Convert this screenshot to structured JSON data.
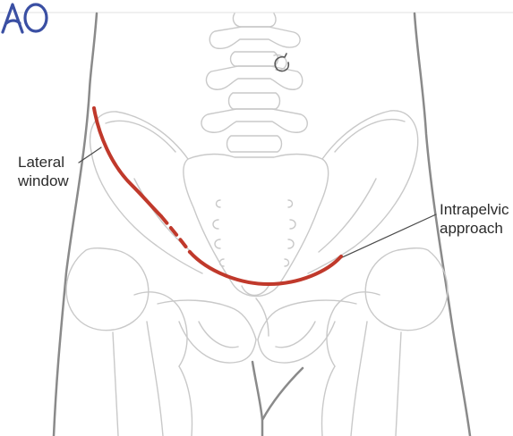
{
  "labels": {
    "lateral_window": {
      "line1": "Lateral",
      "line2": "window"
    },
    "intrapelvic_approach": {
      "line1": "Intrapelvic",
      "line2": "approach"
    }
  },
  "logo": {
    "text": "AO"
  },
  "colors": {
    "incision": "#c0392b",
    "body_outline": "#8a8a8a",
    "bone_outline": "#c9c9c9",
    "leader_line": "#4a4a4a",
    "logo": "#3a4fa3"
  }
}
